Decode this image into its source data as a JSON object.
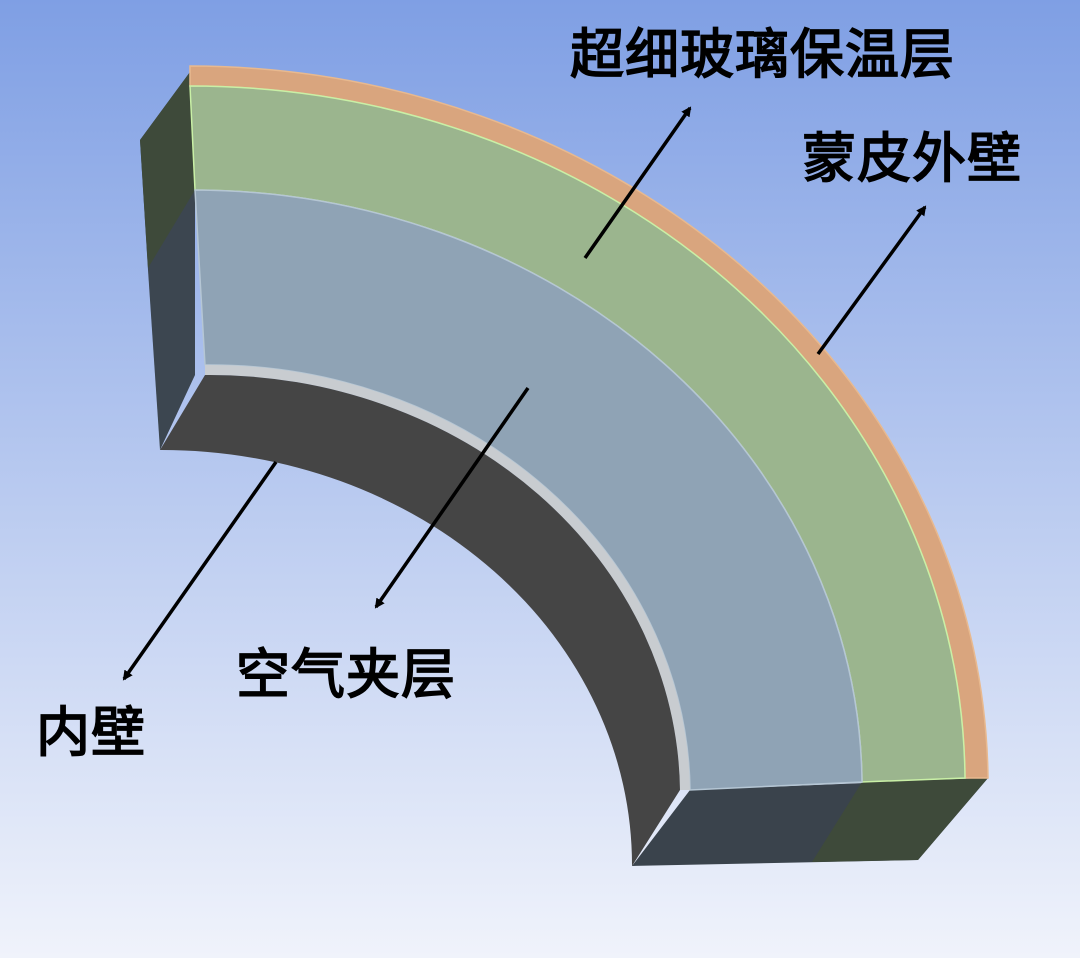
{
  "colors": {
    "background_top": "#7f9fe4",
    "background_bottom": "#f0f3fb",
    "outer_skin": "#d9a57e",
    "insulation_layer": "#9bb58e",
    "air_gap": "#8fa3b5",
    "inner_wall": "#454545",
    "side_face_dark": "#3e4a3a",
    "edge_highlight": "#c9f0a6"
  },
  "labels": {
    "insulation": "超细玻璃保温层",
    "outer_wall": "蒙皮外壁",
    "air_gap": "空气夹层",
    "inner_wall": "内壁"
  }
}
